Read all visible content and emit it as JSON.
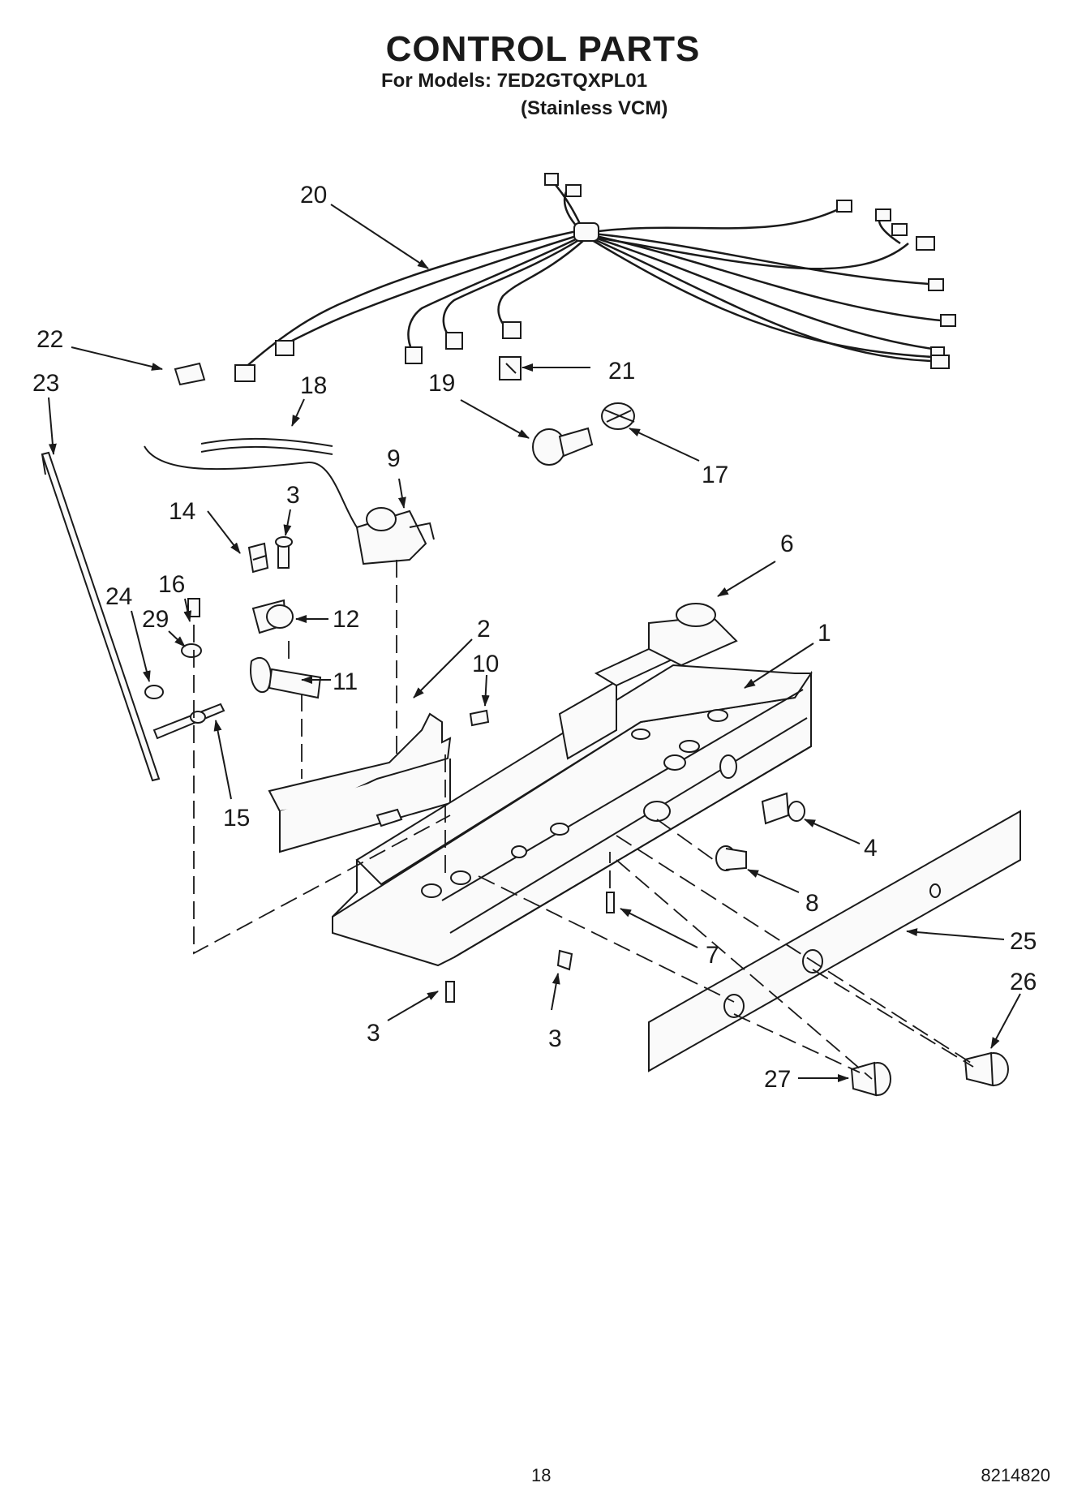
{
  "header": {
    "title": "CONTROL PARTS",
    "models_line": "For Models: 7ED2GTQXPL01",
    "variant_line": "(Stainless VCM)"
  },
  "callouts": [
    {
      "id": "c20",
      "label": "20"
    },
    {
      "id": "c22",
      "label": "22"
    },
    {
      "id": "c23",
      "label": "23"
    },
    {
      "id": "c21",
      "label": "21"
    },
    {
      "id": "c19",
      "label": "19"
    },
    {
      "id": "c18",
      "label": "18"
    },
    {
      "id": "c17",
      "label": "17"
    },
    {
      "id": "c9",
      "label": "9"
    },
    {
      "id": "c3a",
      "label": "3"
    },
    {
      "id": "c14",
      "label": "14"
    },
    {
      "id": "c6",
      "label": "6"
    },
    {
      "id": "c16",
      "label": "16"
    },
    {
      "id": "c24",
      "label": "24"
    },
    {
      "id": "c29",
      "label": "29"
    },
    {
      "id": "c12",
      "label": "12"
    },
    {
      "id": "c2",
      "label": "2"
    },
    {
      "id": "c1",
      "label": "1"
    },
    {
      "id": "c10",
      "label": "10"
    },
    {
      "id": "c11",
      "label": "11"
    },
    {
      "id": "c15",
      "label": "15"
    },
    {
      "id": "c4",
      "label": "4"
    },
    {
      "id": "c8",
      "label": "8"
    },
    {
      "id": "c7",
      "label": "7"
    },
    {
      "id": "c25",
      "label": "25"
    },
    {
      "id": "c26",
      "label": "26"
    },
    {
      "id": "c3b",
      "label": "3"
    },
    {
      "id": "c3c",
      "label": "3"
    },
    {
      "id": "c27",
      "label": "27"
    }
  ],
  "footer": {
    "page_number": "18",
    "document_number": "8214820"
  }
}
